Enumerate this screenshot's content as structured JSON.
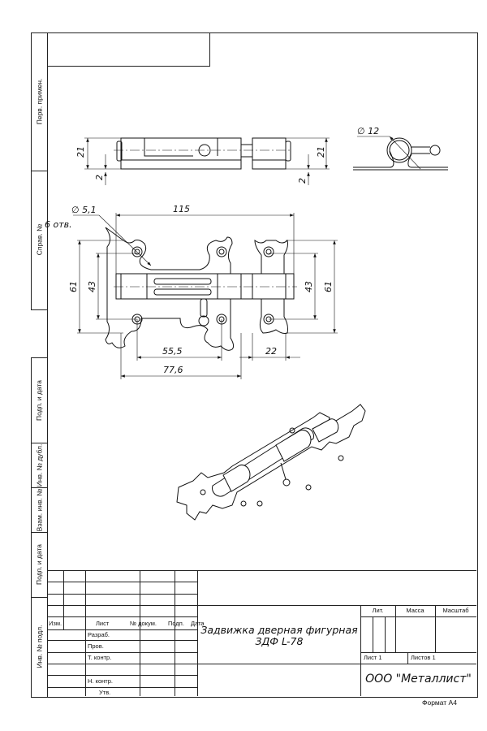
{
  "side_labels": [
    "Перв. примен.",
    "Справ. №",
    "Подп. и дата",
    "Инв. № дубл.",
    "Взам. инв. №",
    "Подп. и дата",
    "Инв. № подл."
  ],
  "dimensions": {
    "top_height_left": "21",
    "top_height_right": "21",
    "top_thick_left": "2",
    "top_thick_right": "2",
    "side_diameter": "∅ 12",
    "hole_diameter": "∅ 5,1",
    "hole_count": "6 отв.",
    "overall_length": "115",
    "height_left_outer": "61",
    "height_left_inner": "43",
    "height_right_inner": "43",
    "height_right_outer": "61",
    "hole_spacing": "55,5",
    "plate_length": "77,6",
    "right_hole_offset": "22"
  },
  "title_block": {
    "col_headers": {
      "izm": "Изм.",
      "list": "Лист",
      "doc": "№ докум.",
      "sign": "Подп.",
      "date": "Дата"
    },
    "roles": [
      "Разраб.",
      "Пров.",
      "Т. контр.",
      "",
      "Н. контр.",
      "Утв."
    ],
    "lit": "Лит.",
    "mass": "Масса",
    "scale": "Масштаб",
    "title_line1": "Задвижка дверная фигурная",
    "title_line2": "ЗДФ L-78",
    "sheet": "Лист 1",
    "sheets": "Листов 1",
    "company": "ООО \"Металлист\"",
    "format": "Формат А4"
  }
}
